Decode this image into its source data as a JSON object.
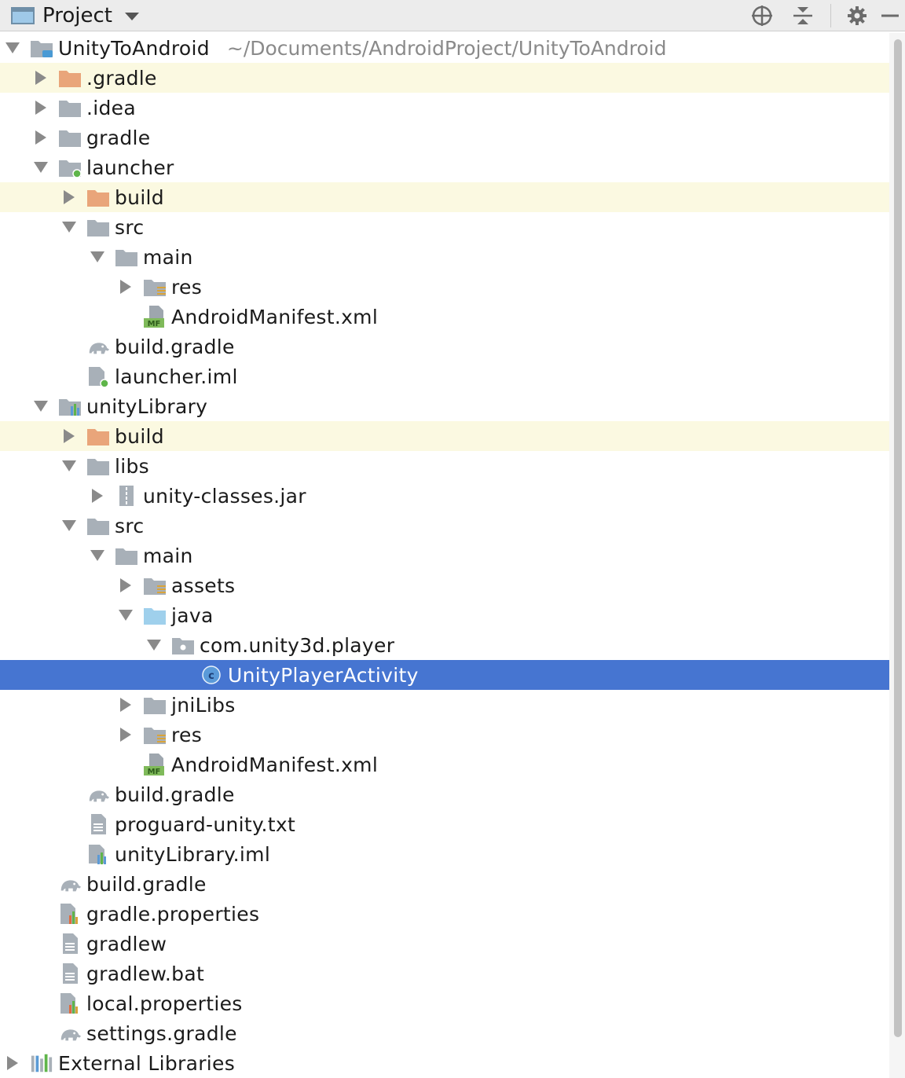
{
  "header": {
    "title": "Project",
    "icons": [
      "locate-icon",
      "collapse-all-icon",
      "settings-gear-icon",
      "hide-panel-icon"
    ]
  },
  "colors": {
    "selection": "#4675d1",
    "excluded_highlight": "#fbf9e1",
    "folder_gray": "#a8b0b8",
    "folder_excluded": "#e9a57a",
    "folder_source": "#9fd0ec"
  },
  "tree": [
    {
      "depth": 0,
      "arrow": "down",
      "icon": "module-icon",
      "label": "UnityToAndroid",
      "path": "~/Documents/AndroidProject/UnityToAndroid"
    },
    {
      "depth": 1,
      "arrow": "right",
      "icon": "excluded-folder-icon",
      "label": ".gradle",
      "hl": "yellow"
    },
    {
      "depth": 1,
      "arrow": "right",
      "icon": "folder-icon",
      "label": ".idea"
    },
    {
      "depth": 1,
      "arrow": "right",
      "icon": "folder-icon",
      "label": "gradle"
    },
    {
      "depth": 1,
      "arrow": "down",
      "icon": "app-module-folder-icon",
      "label": "launcher"
    },
    {
      "depth": 2,
      "arrow": "right",
      "icon": "excluded-folder-icon",
      "label": "build",
      "hl": "yellow"
    },
    {
      "depth": 2,
      "arrow": "down",
      "icon": "folder-icon",
      "label": "src"
    },
    {
      "depth": 3,
      "arrow": "down",
      "icon": "folder-icon",
      "label": "main"
    },
    {
      "depth": 4,
      "arrow": "right",
      "icon": "resource-folder-icon",
      "label": "res"
    },
    {
      "depth": 4,
      "arrow": "none",
      "icon": "manifest-file-icon",
      "label": "AndroidManifest.xml"
    },
    {
      "depth": 2,
      "arrow": "none",
      "icon": "gradle-elephant-icon",
      "label": "build.gradle"
    },
    {
      "depth": 2,
      "arrow": "none",
      "icon": "app-module-file-icon",
      "label": "launcher.iml"
    },
    {
      "depth": 1,
      "arrow": "down",
      "icon": "library-module-folder-icon",
      "label": "unityLibrary"
    },
    {
      "depth": 2,
      "arrow": "right",
      "icon": "excluded-folder-icon",
      "label": "build",
      "hl": "yellow"
    },
    {
      "depth": 2,
      "arrow": "down",
      "icon": "folder-icon",
      "label": "libs"
    },
    {
      "depth": 3,
      "arrow": "right",
      "icon": "jar-archive-icon",
      "label": "unity-classes.jar"
    },
    {
      "depth": 2,
      "arrow": "down",
      "icon": "folder-icon",
      "label": "src"
    },
    {
      "depth": 3,
      "arrow": "down",
      "icon": "folder-icon",
      "label": "main"
    },
    {
      "depth": 4,
      "arrow": "right",
      "icon": "resource-folder-icon",
      "label": "assets"
    },
    {
      "depth": 4,
      "arrow": "down",
      "icon": "source-folder-icon",
      "label": "java"
    },
    {
      "depth": 5,
      "arrow": "down",
      "icon": "package-icon",
      "label": "com.unity3d.player"
    },
    {
      "depth": 6,
      "arrow": "none",
      "icon": "java-class-icon",
      "label": "UnityPlayerActivity",
      "selected": true
    },
    {
      "depth": 4,
      "arrow": "right",
      "icon": "folder-icon",
      "label": "jniLibs"
    },
    {
      "depth": 4,
      "arrow": "right",
      "icon": "resource-folder-icon",
      "label": "res"
    },
    {
      "depth": 4,
      "arrow": "none",
      "icon": "manifest-file-icon",
      "label": "AndroidManifest.xml"
    },
    {
      "depth": 2,
      "arrow": "none",
      "icon": "gradle-elephant-icon",
      "label": "build.gradle"
    },
    {
      "depth": 2,
      "arrow": "none",
      "icon": "text-file-icon",
      "label": "proguard-unity.txt"
    },
    {
      "depth": 2,
      "arrow": "none",
      "icon": "library-module-file-icon",
      "label": "unityLibrary.iml"
    },
    {
      "depth": 1,
      "arrow": "none",
      "icon": "gradle-elephant-icon",
      "label": "build.gradle"
    },
    {
      "depth": 1,
      "arrow": "none",
      "icon": "properties-file-icon",
      "label": "gradle.properties"
    },
    {
      "depth": 1,
      "arrow": "none",
      "icon": "text-file-icon",
      "label": "gradlew"
    },
    {
      "depth": 1,
      "arrow": "none",
      "icon": "text-file-icon",
      "label": "gradlew.bat"
    },
    {
      "depth": 1,
      "arrow": "none",
      "icon": "properties-file-icon",
      "label": "local.properties"
    },
    {
      "depth": 1,
      "arrow": "none",
      "icon": "gradle-elephant-icon",
      "label": "settings.gradle"
    },
    {
      "depth": 0,
      "arrow": "right",
      "icon": "external-libraries-icon",
      "label": "External Libraries"
    }
  ]
}
